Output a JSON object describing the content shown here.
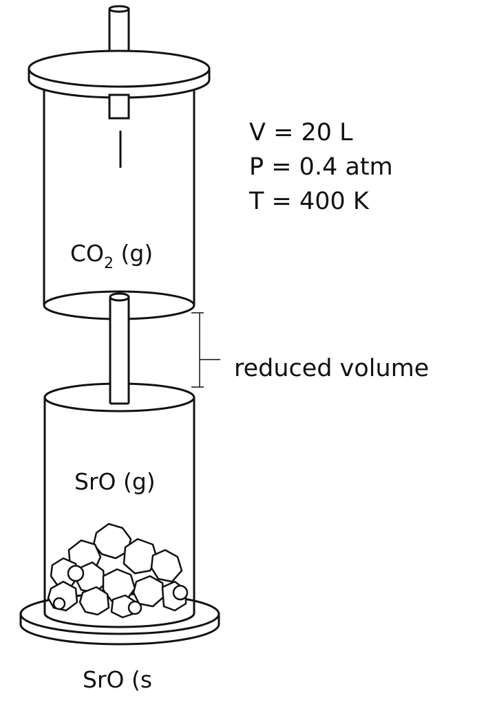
{
  "conditions": {
    "volume": "V = 20 L",
    "pressure": "P = 0.4 atm",
    "temperature": "T = 400 K"
  },
  "upper_cylinder": {
    "label_prefix": "CO",
    "label_subscript": "2",
    "label_suffix": " (g)"
  },
  "bracket_label": "reduced volume",
  "lower_cylinder": {
    "label": "SrO (g)"
  },
  "base_label": "SrO (s"
}
